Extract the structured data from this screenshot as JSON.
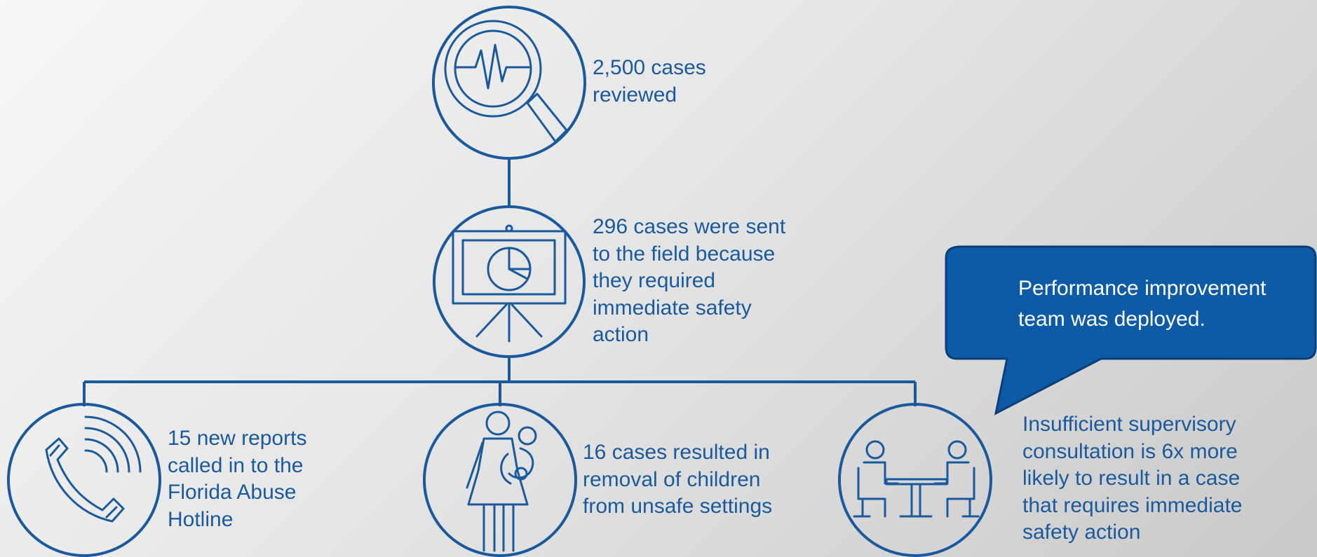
{
  "colors": {
    "primary": "#1a5a9c",
    "callout_fill": "#0d5aa7",
    "callout_text": "#ffffff"
  },
  "nodes": {
    "cases_reviewed": {
      "icon": "magnifier-heartbeat-icon",
      "text": "2,500 cases\nreviewed"
    },
    "sent_to_field": {
      "icon": "presentation-pie-chart-icon",
      "text": "296 cases were sent\nto the field because\nthey required\nimmediate safety\naction"
    },
    "new_reports": {
      "icon": "telephone-ringing-icon",
      "text": "15 new reports\ncalled in to the\nFlorida Abuse\nHotline"
    },
    "removals": {
      "icon": "parent-holding-child-icon",
      "text": "16 cases resulted in\nremoval of children\nfrom unsafe settings"
    },
    "consultation": {
      "icon": "people-meeting-table-icon",
      "text": "Insufficient supervisory\nconsultation is 6x more\nlikely to result in a case\nthat requires immediate\nsafety action"
    }
  },
  "callout": {
    "text": "Performance improvement\nteam was deployed."
  }
}
